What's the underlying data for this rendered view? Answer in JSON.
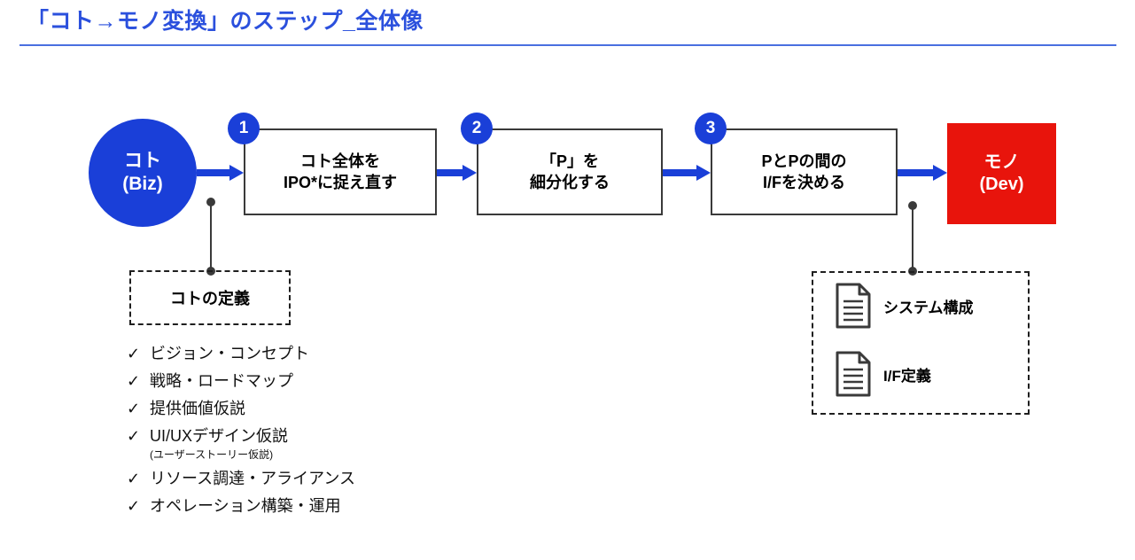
{
  "title": "「コト→モノ変換」のステップ_全体像",
  "colors": {
    "title_blue": "#2b50dd",
    "accent_blue": "#1a3fd8",
    "accent_red": "#e8140c",
    "outline_gray": "#3a3a3a"
  },
  "flow": {
    "start_node": {
      "line1": "コト",
      "line2": "(Biz)"
    },
    "end_node": {
      "line1": "モノ",
      "line2": "(Dev)"
    },
    "steps": [
      {
        "number": "1",
        "line1": "コト全体を",
        "line2": "IPO*に捉え直す"
      },
      {
        "number": "2",
        "line1": "「P」を",
        "line2": "細分化する"
      },
      {
        "number": "3",
        "line1": "PとPの間の",
        "line2": "I/Fを決める"
      }
    ]
  },
  "left_group": {
    "label": "コトの定義",
    "checklist": [
      {
        "mark": "✓",
        "text": "ビジョン・コンセプト"
      },
      {
        "mark": "✓",
        "text": "戦略・ロードマップ"
      },
      {
        "mark": "✓",
        "text": "提供価値仮説"
      },
      {
        "mark": "✓",
        "text": "UI/UXデザイン仮説",
        "sub": "(ユーザーストーリー仮説)"
      },
      {
        "mark": "✓",
        "text": "リソース調達・アライアンス"
      },
      {
        "mark": "✓",
        "text": "オペレーション構築・運用"
      }
    ]
  },
  "right_group": {
    "documents": [
      {
        "icon": "document-icon",
        "label": "システム構成"
      },
      {
        "icon": "document-icon",
        "label": "I/F定義"
      }
    ]
  }
}
